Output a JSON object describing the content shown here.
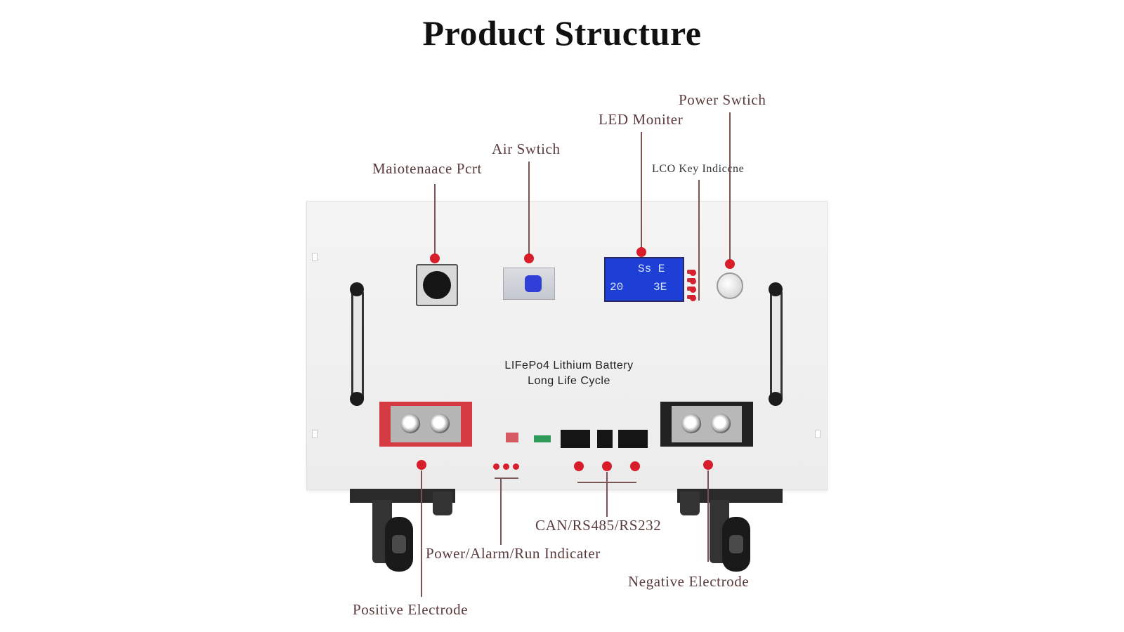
{
  "title": "Product Structure",
  "labels": {
    "power_switch": "Power Swtich",
    "led_monitor": "LED Moniter",
    "air_switch": "Air Swtich",
    "maintenance_port": "Maiotenaace Pcrt",
    "lcd_key_indicator": "LCO Key Indiccne",
    "can_rs485_rs232": "CAN/RS485/RS232",
    "power_alarm_run_indicator": "Power/Alarm/Run Indicater",
    "negative_electrode": "Negative Electrode",
    "positive_electrode": "Positive Electrode"
  },
  "battery": {
    "line1": "LIFePo4 Lithium Battery",
    "line2": "Long Life Cycle"
  },
  "lcd_display": {
    "top": "Ss E",
    "bottom_left": "20",
    "bottom_right": "3E"
  },
  "colors": {
    "callout_dot": "#d81e2a",
    "lcd_screen": "#1d3fd6",
    "positive_terminal": "#d53a42",
    "negative_terminal": "#222222",
    "air_switch_knob": "#2f3fd8"
  }
}
